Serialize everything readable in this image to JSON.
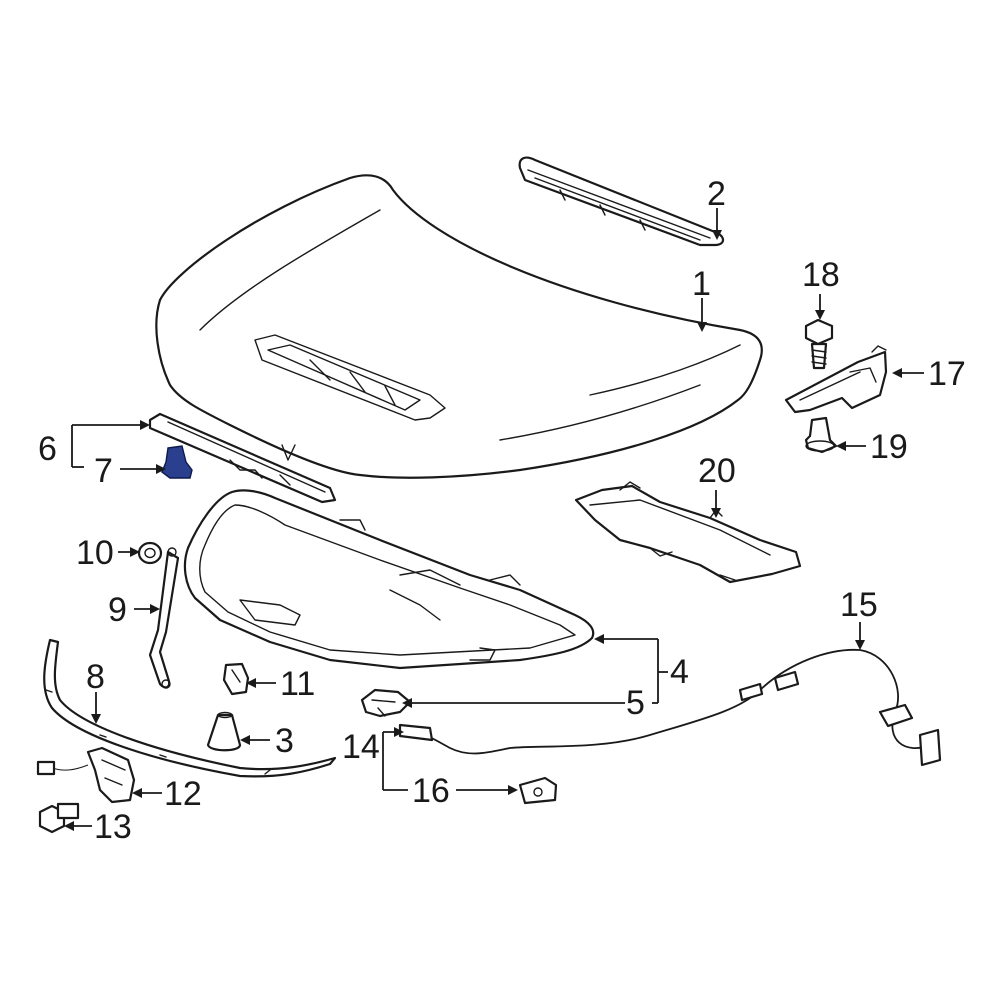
{
  "diagram": {
    "highlight_color": "#2b3f8f",
    "callouts": [
      {
        "id": "1",
        "label": "1"
      },
      {
        "id": "2",
        "label": "2"
      },
      {
        "id": "3",
        "label": "3"
      },
      {
        "id": "4",
        "label": "4"
      },
      {
        "id": "5",
        "label": "5"
      },
      {
        "id": "6",
        "label": "6"
      },
      {
        "id": "7",
        "label": "7"
      },
      {
        "id": "8",
        "label": "8"
      },
      {
        "id": "9",
        "label": "9"
      },
      {
        "id": "10",
        "label": "10"
      },
      {
        "id": "11",
        "label": "11"
      },
      {
        "id": "12",
        "label": "12"
      },
      {
        "id": "13",
        "label": "13"
      },
      {
        "id": "14",
        "label": "14"
      },
      {
        "id": "15",
        "label": "15"
      },
      {
        "id": "16",
        "label": "16"
      },
      {
        "id": "17",
        "label": "17"
      },
      {
        "id": "18",
        "label": "18"
      },
      {
        "id": "19",
        "label": "19"
      },
      {
        "id": "20",
        "label": "20"
      }
    ]
  }
}
